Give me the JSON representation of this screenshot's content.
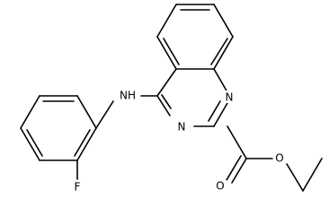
{
  "molecule": {
    "atoms": {
      "n_top": "N",
      "n_bottom": "N",
      "nh": "NH",
      "o_carbonyl": "O",
      "o_ester": "O",
      "f": "F"
    }
  }
}
